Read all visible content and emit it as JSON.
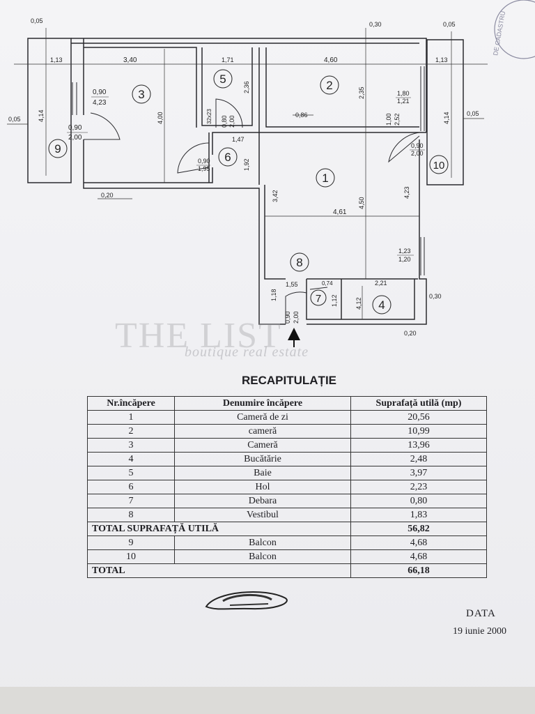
{
  "plan": {
    "dimensions": {
      "d005_top": "0,05",
      "d113_left": "1,13",
      "d340": "3,40",
      "d171": "1,71",
      "d460": "4,60",
      "d113_right": "1,13",
      "d030_top": "0,30",
      "d005_right": "0,05",
      "d414_left": "4,14",
      "d005_left": "0,05",
      "d414_right": "4,14",
      "d005_far_right": "0,05",
      "d090_423": "0,90",
      "d423": "4,23",
      "d090_200_room9": "0,90",
      "d200_room9": "2,00",
      "d400": "4,00",
      "d236": "2,36",
      "d235": "2,35",
      "d180_121": "1,80",
      "d121": "1,21",
      "d100_252": "1,00",
      "d252": "2,52",
      "d086": "0,86",
      "d147": "1,47",
      "d192": "1,92",
      "d080_200": "0,80",
      "d200_bath": "2,00",
      "d32x23": "32x23",
      "d090_195": "0,90",
      "d195": "1,95",
      "d090_200_room10": "0,90",
      "d200_room10": "2,00",
      "d020_left": "0,20",
      "d342": "3,42",
      "d461": "4,61",
      "d450": "4,50",
      "d423_right": "4,23",
      "d123": "1,23",
      "d120": "1,20",
      "d155": "1,55",
      "d221": "2,21",
      "d118": "1,18",
      "d074": "0,74",
      "d112": "1,12",
      "d412": "4,12",
      "d030_right": "0,30",
      "d090_200_entry": "0,90",
      "d200_entry": "2,00",
      "d020_bottom": "0,20"
    },
    "rooms": [
      "1",
      "2",
      "3",
      "4",
      "5",
      "6",
      "7",
      "8",
      "9",
      "10"
    ]
  },
  "watermark": {
    "main": "THE LIST",
    "sub": "boutique real estate"
  },
  "recap": {
    "title": "RECAPITULAȚIE",
    "headers": [
      "Nr.încăpere",
      "Denumire încăpere",
      "Suprafață utilă (mp)"
    ],
    "rows": [
      [
        "1",
        "Cameră de zi",
        "20,56"
      ],
      [
        "2",
        "cameră",
        "10,99"
      ],
      [
        "3",
        "Cameră",
        "13,96"
      ],
      [
        "4",
        "Bucătărie",
        "2,48"
      ],
      [
        "5",
        "Baie",
        "3,97"
      ],
      [
        "6",
        "Hol",
        "2,23"
      ],
      [
        "7",
        "Debara",
        "0,80"
      ],
      [
        "8",
        "Vestibul",
        "1,83"
      ]
    ],
    "total_util_label": "TOTAL SUPRAFAȚĂ UTILĂ",
    "total_util_value": "56,82",
    "balcony_rows": [
      [
        "9",
        "Balcon",
        "4,68"
      ],
      [
        "10",
        "Balcon",
        "4,68"
      ]
    ],
    "total_label": "TOTAL",
    "total_value": "66,18"
  },
  "footer": {
    "data_label": "DATA",
    "date": "19 iunie 2000"
  },
  "stamp_text": "DE CADASTRU"
}
